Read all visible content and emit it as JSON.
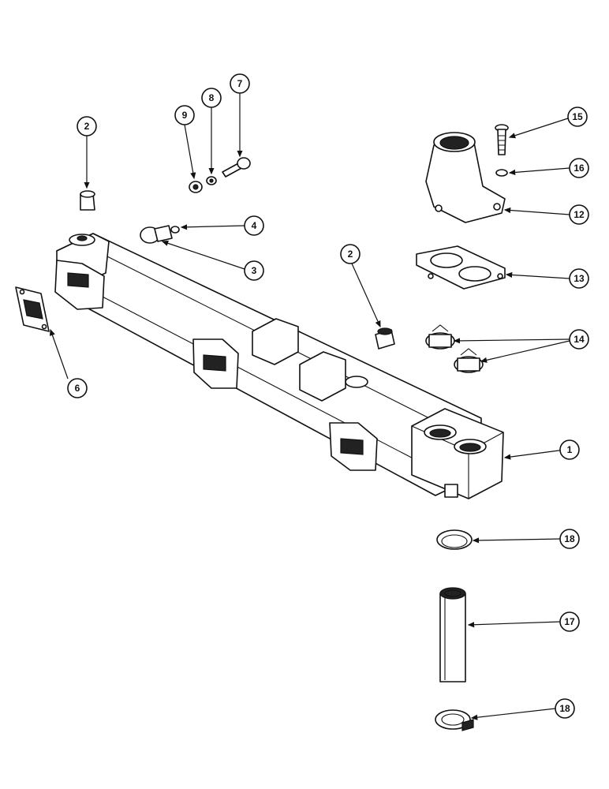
{
  "diagram": {
    "callouts": [
      {
        "label": "1"
      },
      {
        "label": "2"
      },
      {
        "label": "2"
      },
      {
        "label": "3"
      },
      {
        "label": "4"
      },
      {
        "label": "6"
      },
      {
        "label": "7"
      },
      {
        "label": "8"
      },
      {
        "label": "9"
      },
      {
        "label": "12"
      },
      {
        "label": "13"
      },
      {
        "label": "14"
      },
      {
        "label": "15"
      },
      {
        "label": "16"
      },
      {
        "label": "17"
      },
      {
        "label": "18"
      },
      {
        "label": "18"
      }
    ]
  }
}
